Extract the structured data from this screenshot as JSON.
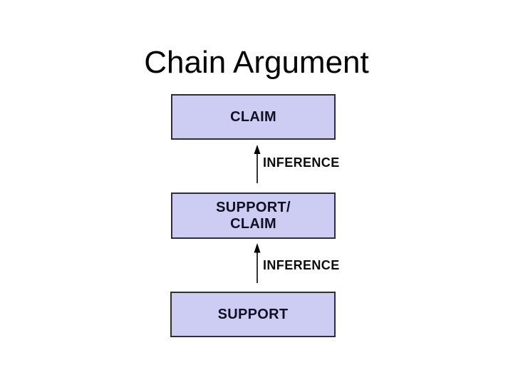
{
  "slide": {
    "title": "Chain Argument"
  },
  "diagram": {
    "boxes": [
      {
        "name": "claim",
        "lines": [
          "CLAIM"
        ]
      },
      {
        "name": "support-claim",
        "lines": [
          "SUPPORT/",
          "CLAIM"
        ]
      },
      {
        "name": "support",
        "lines": [
          "SUPPORT"
        ]
      }
    ],
    "connectors": [
      {
        "label": "INFERENCE",
        "direction": "up"
      },
      {
        "label": "INFERENCE",
        "direction": "up"
      }
    ]
  },
  "colors": {
    "background": "#ffffff",
    "box-fill": "#cdcdf4",
    "box-border": "#2f2f2f",
    "box-text": "#101024",
    "title-text": "#000000",
    "label-text": "#0d0d0d",
    "arrow": "#000000"
  }
}
